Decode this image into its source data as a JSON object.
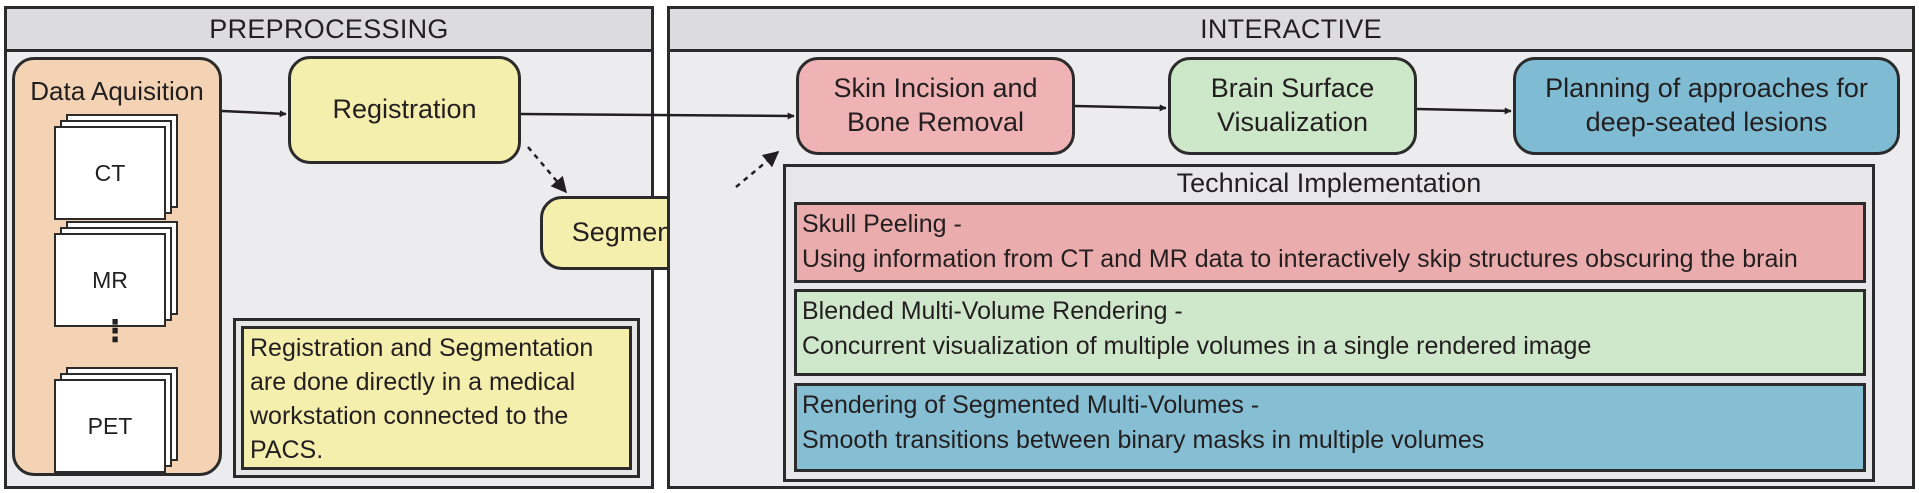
{
  "preprocessing": {
    "title": "PREPROCESSING",
    "acquisition": {
      "title": "Data Aquisition",
      "modalities": [
        "CT",
        "MR",
        "PET"
      ],
      "ellipsis": "⋮"
    },
    "registration": "Registration",
    "segmentation": "Segmentation",
    "note": "Registration and Segmentation are done directly in a medical workstation connected to the PACS."
  },
  "interactive": {
    "title": "INTERACTIVE",
    "steps": [
      "Skin Incision and Bone Removal",
      "Brain Surface Visualization",
      "Planning of approaches for deep-seated lesions"
    ],
    "technical": {
      "title": "Technical Implementation",
      "items": [
        {
          "heading": "Skull Peeling -",
          "text": "Using information from CT and MR data to interactively skip structures obscuring the brain"
        },
        {
          "heading": "Blended Multi-Volume Rendering -",
          "text": "Concurrent visualization of multiple volumes in a single rendered image"
        },
        {
          "heading": "Rendering of Segmented Multi-Volumes -",
          "text": "Smooth transitions between binary  masks in multiple volumes"
        }
      ]
    }
  },
  "colors": {
    "panel_border": "#2b2b2b",
    "yellow": "#f5efae",
    "pink": "#f0b3b5",
    "green": "#cde8c9",
    "blue": "#7fbcd3",
    "acquisition": "#f3d3b3"
  }
}
